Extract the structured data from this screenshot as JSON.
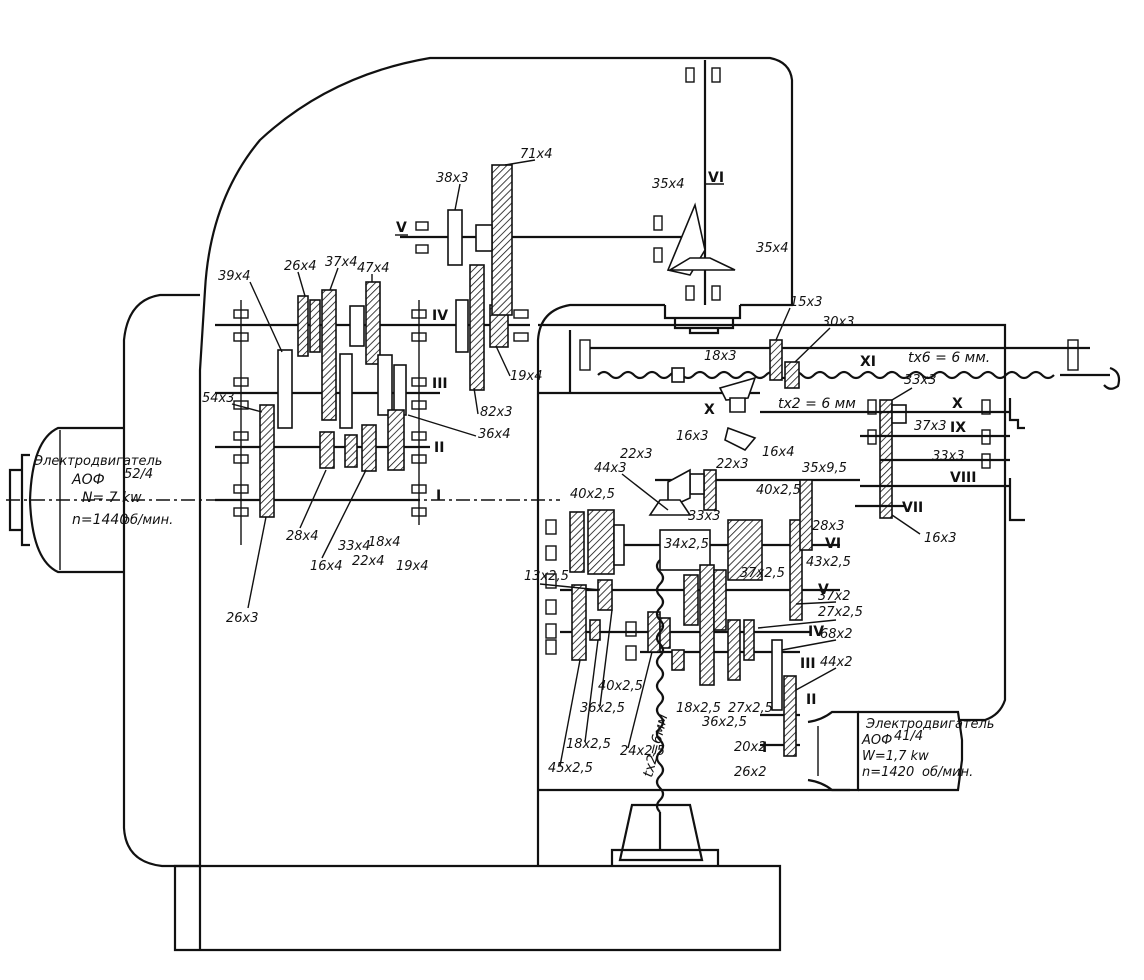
{
  "motor_main": {
    "title": "Электродвигатель",
    "model": "АОФ",
    "model_sup": "52/4",
    "power": "N= 7 kw",
    "speed": "n=1440",
    "speed_unit": "об/мин."
  },
  "motor_feed": {
    "title": "Электродвигатель",
    "model": "АОФ",
    "model_sup": "41/4",
    "power": "W=1,7 kw",
    "speed": "n=1420",
    "speed_unit": "об/мин."
  },
  "spindle_gears": [
    "39x4",
    "26x4",
    "37x4",
    "47x4",
    "38x3",
    "71x4",
    "35x4",
    "35x4",
    "54x3",
    "82x3",
    "36x4",
    "19x4",
    "28x4",
    "33x4",
    "18x4",
    "22x4",
    "16x4",
    "19x4",
    "26x3"
  ],
  "feed_gears": [
    "15x3",
    "30x3",
    "18x3",
    "33x3",
    "37x3",
    "33x3",
    "16x3",
    "16x4",
    "16x3",
    "44x3",
    "22x3",
    "22x3",
    "40x2,5",
    "35x9,5",
    "40x2,5",
    "33x3",
    "34x2,5",
    "28x3",
    "43x2,5",
    "37x2,5",
    "13x2,5",
    "37x2",
    "27x2,5",
    "68x2",
    "44x2",
    "40x2,5",
    "36x2,5",
    "18x2,5",
    "36x2,5",
    "27x2,5",
    "18x2,5",
    "24x2,5",
    "45x2,5",
    "20x2",
    "26x2"
  ],
  "annotations": {
    "screw_lead": "tx6 = 6 мм.",
    "screw_pitch": "tx2 = 6 мм",
    "vertical_screw": "tx2=6мм"
  },
  "shaft_labels_spindle": [
    "I",
    "II",
    "III",
    "IV",
    "V",
    "VI"
  ],
  "shaft_labels_feed": [
    "I",
    "II",
    "III",
    "IV",
    "V",
    "VI",
    "VII",
    "VIII",
    "IX",
    "X",
    "XI"
  ]
}
